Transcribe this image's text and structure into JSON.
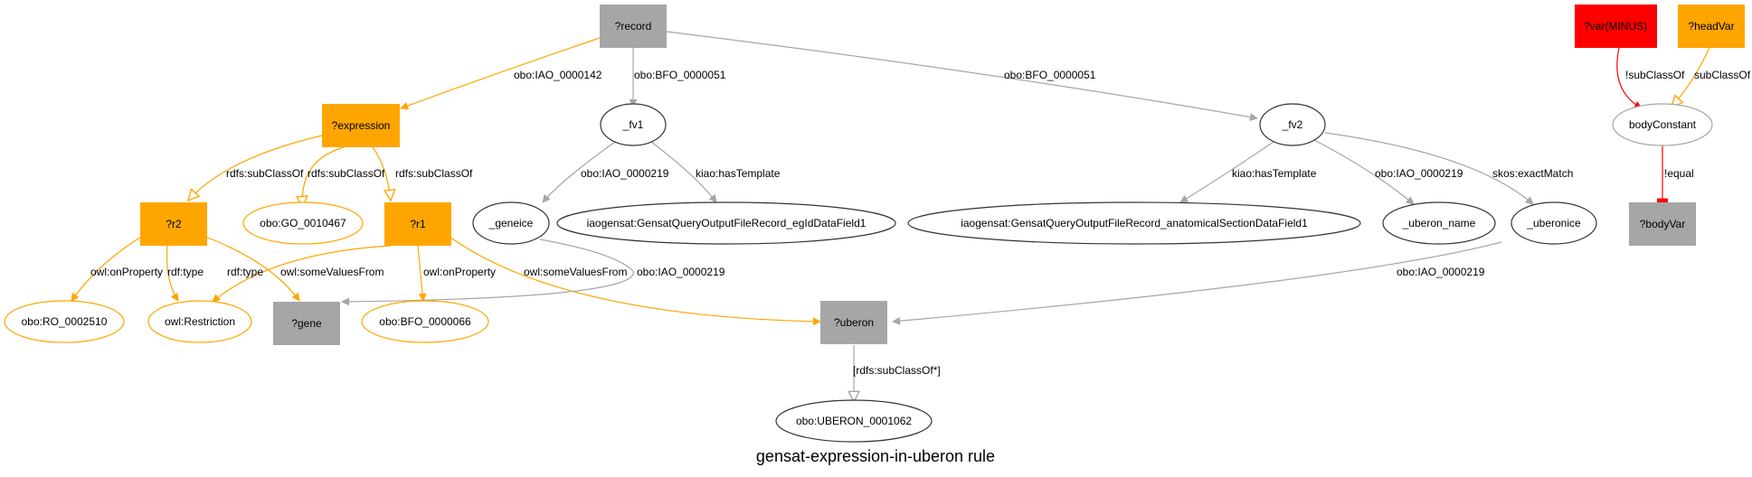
{
  "title": "gensat-expression-in-uberon rule",
  "colors": {
    "orange": "#ffa500",
    "gray": "#a6a6a6",
    "red": "#ff0000",
    "dark": "#333333"
  },
  "nodes": {
    "record": "?record",
    "expression": "?expression",
    "fv1": "_fv1",
    "fv2": "_fv2",
    "r2": "?r2",
    "go": "obo:GO_0010467",
    "r1": "?r1",
    "geneice": "_geneice",
    "egid": "iaogensat:GensatQueryOutputFileRecord_egIdDataField1",
    "anat": "iaogensat:GensatQueryOutputFileRecord_anatomicalSectionDataField1",
    "uberon_name": "_uberon_name",
    "uberonice": "_uberonice",
    "ro": "obo:RO_0002510",
    "restriction": "owl:Restriction",
    "gene": "?gene",
    "bfo66": "obo:BFO_0000066",
    "uberon": "?uberon",
    "uberon1062": "obo:UBERON_0001062",
    "varminus": "?var(MINUS)",
    "headvar": "?headVar",
    "bodyconstant": "bodyConstant",
    "bodyvar": "?bodyVar"
  },
  "edges": {
    "rec_expr": "obo:IAO_0000142",
    "rec_fv1": "obo:BFO_0000051",
    "rec_fv2": "obo:BFO_0000051",
    "expr_r2": "rdfs:subClassOf",
    "expr_go": "rdfs:subClassOf",
    "expr_r1": "rdfs:subClassOf",
    "fv1_geneice": "obo:IAO_0000219",
    "fv1_egid": "kiao:hasTemplate",
    "fv2_anat": "kiao:hasTemplate",
    "fv2_uname": "obo:IAO_0000219",
    "fv2_uice": "skos:exactMatch",
    "r2_ro": "owl:onProperty",
    "r2_restr": "rdf:type",
    "r1_restr": "rdf:type",
    "r2_gene": "owl:someValuesFrom",
    "r1_bfo": "owl:onProperty",
    "r1_uberon": "owl:someValuesFrom",
    "geneice_gene": "obo:IAO_0000219",
    "uice_uberon": "obo:IAO_0000219",
    "uberon_1062": "[rdfs:subClassOf*]",
    "varminus_body": "!subClassOf",
    "headvar_body": "subClassOf",
    "body_bodyvar": "!equal"
  }
}
